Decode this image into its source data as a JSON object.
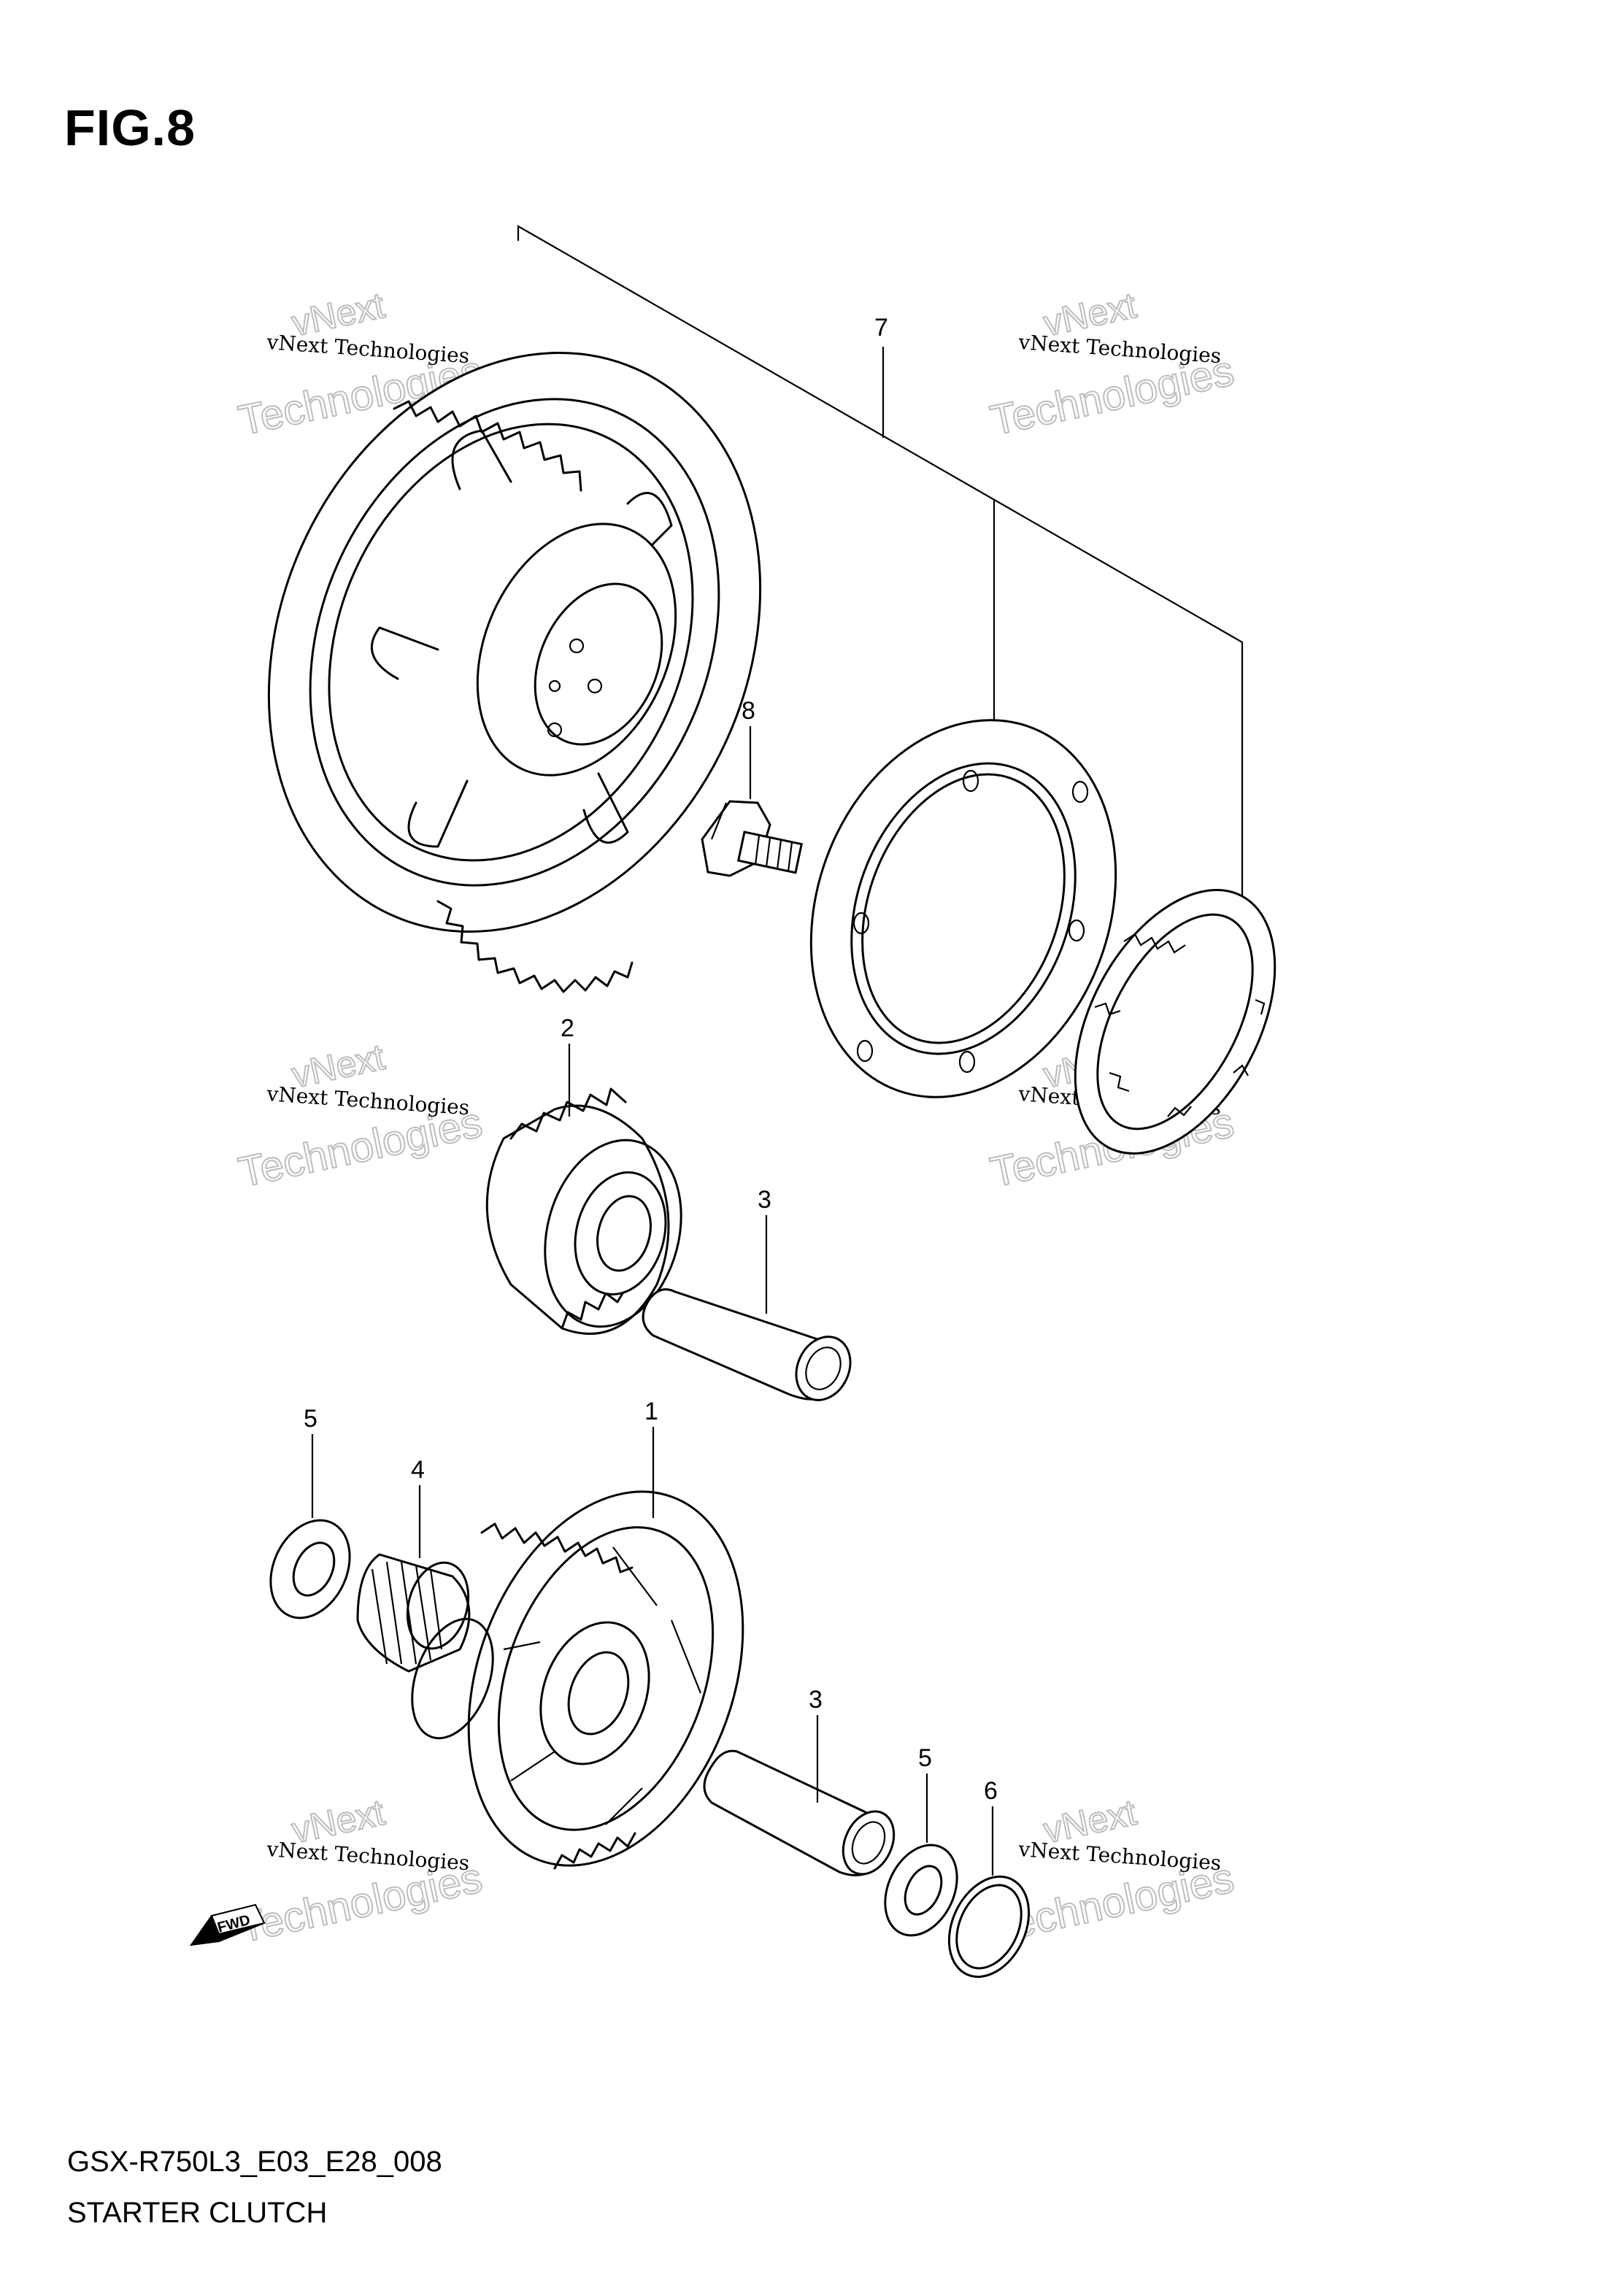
{
  "figure": {
    "title": "FIG.8"
  },
  "footer": {
    "code": "GSX-R750L3_E03_E28_008",
    "name": "STARTER CLUTCH"
  },
  "callouts": [
    "7",
    "8",
    "2",
    "3",
    "5",
    "4",
    "1",
    "3",
    "5",
    "6"
  ],
  "watermark": {
    "line1": "vNext Technologies",
    "line2": "Technologies",
    "line3": "vNext"
  },
  "direction_arrow": {
    "label": "FWD"
  }
}
